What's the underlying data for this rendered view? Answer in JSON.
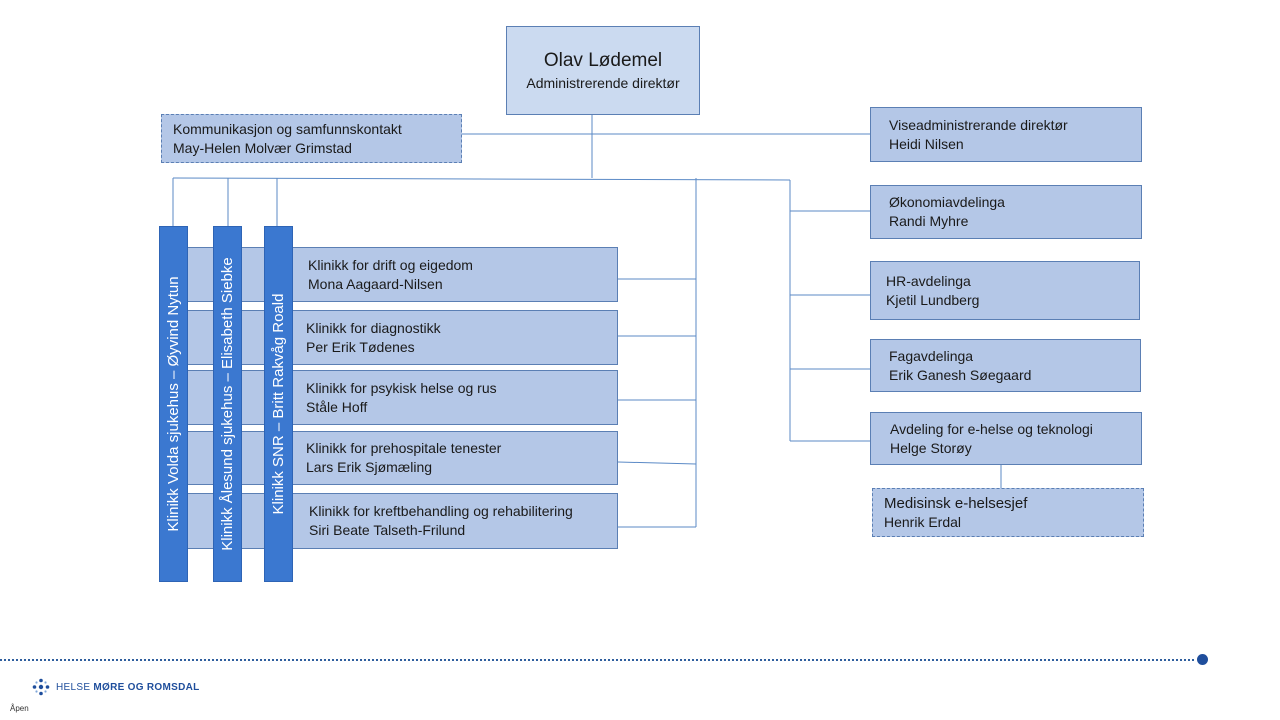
{
  "ceo": {
    "name": "Olav Lødemel",
    "role": "Administrerende direktør"
  },
  "staff": {
    "communication": {
      "line1": "Kommunikasjon og samfunnskontakt",
      "line2": "May-Helen Molvær Grimstad"
    },
    "deputy": {
      "line1": "Viseadministrerande direktør",
      "line2": "Heidi Nilsen"
    }
  },
  "hospitals": [
    {
      "label": "Klinikk Volda sjukehus – Øyvind Nytun"
    },
    {
      "label": "Klinikk Ålesund sjukehus – Elisabeth Siebke"
    },
    {
      "label": "Klinikk SNR – Britt Rakvåg Roald"
    }
  ],
  "clinics": [
    {
      "line1": "Klinikk for drift og eigedom",
      "line2": "Mona Aagaard-Nilsen"
    },
    {
      "line1": "Klinikk for diagnostikk",
      "line2": "Per Erik Tødenes"
    },
    {
      "line1": "Klinikk for psykisk helse og rus",
      "line2": "Ståle Hoff"
    },
    {
      "line1": "Klinikk for prehospitale tenester",
      "line2": "Lars Erik Sjømæling"
    },
    {
      "line1": "Klinikk for kreftbehandling og rehabilitering",
      "line2": "Siri Beate Talseth-Frilund"
    }
  ],
  "departments": [
    {
      "line1": "Økonomiavdelinga",
      "line2": "Randi Myhre"
    },
    {
      "line1": "HR-avdelinga",
      "line2": "Kjetil Lundberg"
    },
    {
      "line1": "Fagavdelinga",
      "line2": "Erik Ganesh Søegaard"
    },
    {
      "line1": "Avdeling for e-helse og teknologi",
      "line2": "Helge Storøy"
    }
  ],
  "sub_department": {
    "line1": "Medisinsk e-helsesjef",
    "line2": "Henrik Erdal"
  },
  "footer": {
    "logo_part1": "HELSE",
    "logo_part2": "MØRE OG ROMSDAL",
    "classification": "Åpen"
  },
  "colors": {
    "box_fill": "#b4c7e7",
    "ceo_fill": "#cbdaf0",
    "bar_fill": "#3b78d0",
    "line": "#5b8ac6",
    "brand": "#1f4e9c"
  }
}
